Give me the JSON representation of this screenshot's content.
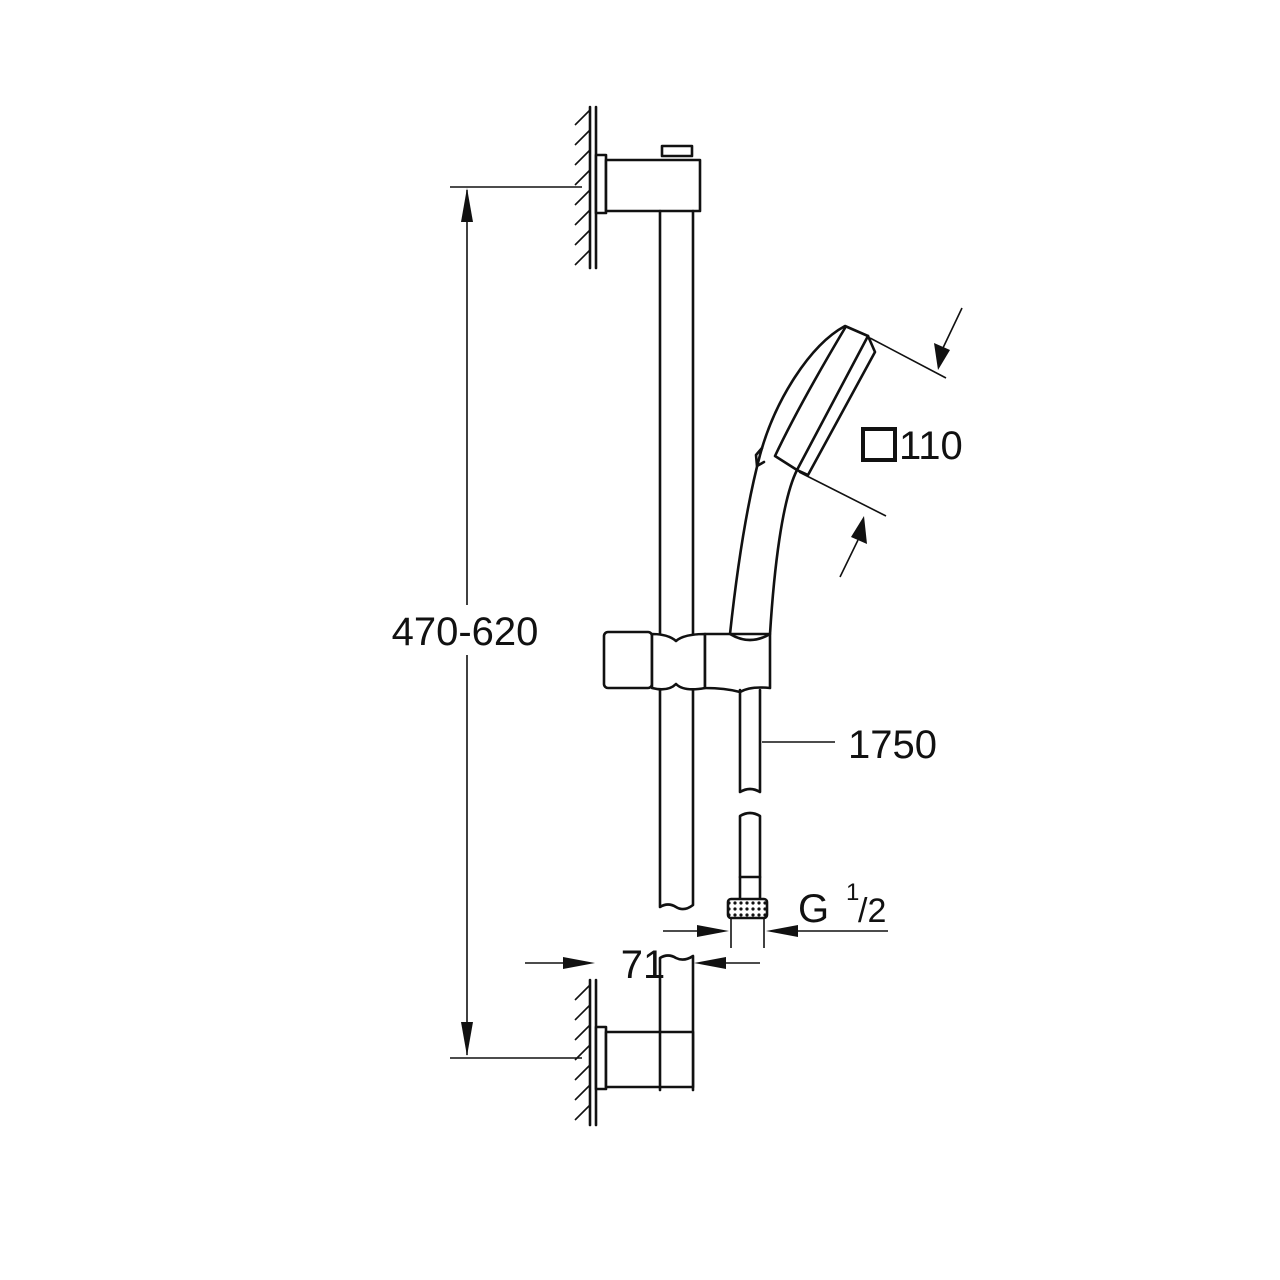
{
  "dimensions": {
    "bracket_spacing": "470-620",
    "hose_length": "1750",
    "head_size": "110",
    "head_size_symbol": "square",
    "connection_thread": "G",
    "connection_fraction_num": "1",
    "connection_fraction_den": "/2",
    "wall_projection": "71"
  }
}
